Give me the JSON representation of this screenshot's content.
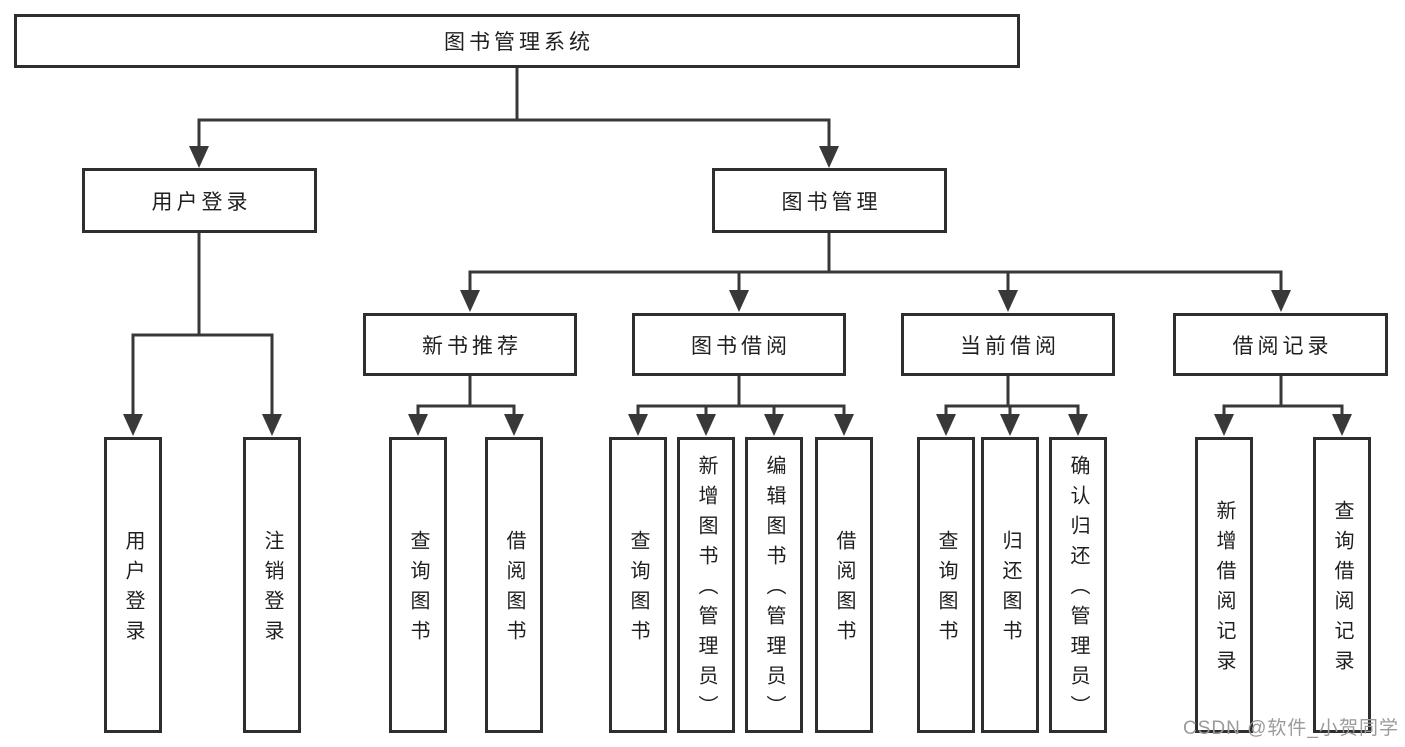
{
  "diagram": {
    "title": "图书管理系统",
    "root": {
      "label": "图书管理系统"
    },
    "user_login": {
      "label": "用户登录",
      "children": [
        {
          "label": "用户登录"
        },
        {
          "label": "注销登录"
        }
      ]
    },
    "book_management": {
      "label": "图书管理",
      "children": [
        {
          "label": "新书推荐",
          "children": [
            {
              "label": "查询图书"
            },
            {
              "label": "借阅图书"
            }
          ]
        },
        {
          "label": "图书借阅",
          "children": [
            {
              "label": "查询图书"
            },
            {
              "label": "新增图书（管理员）"
            },
            {
              "label": "编辑图书（管理员）"
            },
            {
              "label": "借阅图书"
            }
          ]
        },
        {
          "label": "当前借阅",
          "children": [
            {
              "label": "查询图书"
            },
            {
              "label": "归还图书"
            },
            {
              "label": "确认归还（管理员）"
            }
          ]
        },
        {
          "label": "借阅记录",
          "children": [
            {
              "label": "新增借阅记录"
            },
            {
              "label": "查询借阅记录"
            }
          ]
        }
      ]
    }
  },
  "watermark": {
    "text": "CSDN @软件_小贺同学"
  },
  "colors": {
    "background": "#ffffff",
    "box_border": "#2e2e2e",
    "connector": "#383838",
    "text": "#1f1f1f",
    "watermark": "#9b9b9b"
  }
}
